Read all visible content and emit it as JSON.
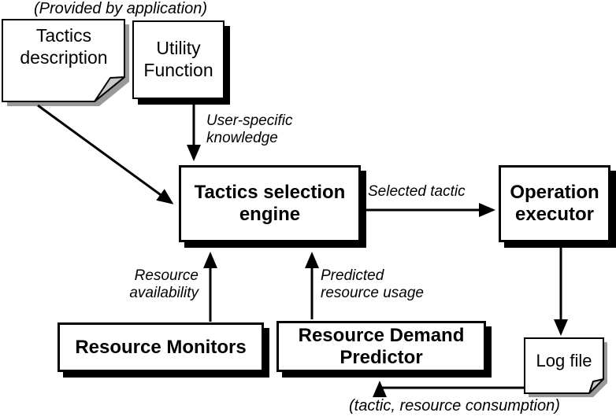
{
  "diagram": {
    "nodes": {
      "tactics_description": "Tactics\ndescription",
      "utility_function": "Utility\nFunction",
      "tactics_selection_engine": "Tactics selection\nengine",
      "operation_executor": "Operation\nexecutor",
      "resource_monitors": "Resource Monitors",
      "resource_demand_predictor": "Resource Demand\nPredictor",
      "log_file": "Log file"
    },
    "labels": {
      "provided_by_application": "(Provided by application)",
      "user_specific_knowledge": "User-specific\nknowledge",
      "selected_tactic": "Selected tactic",
      "resource_availability": "Resource\navailability",
      "predicted_resource_usage": "Predicted\nresource usage",
      "tactic_resource_consumption": "(tactic, resource consumption)"
    },
    "edges": [
      {
        "from": "tactics_description",
        "to": "tactics_selection_engine",
        "label": ""
      },
      {
        "from": "utility_function",
        "to": "tactics_selection_engine",
        "label": "User-specific knowledge"
      },
      {
        "from": "tactics_selection_engine",
        "to": "operation_executor",
        "label": "Selected tactic"
      },
      {
        "from": "resource_monitors",
        "to": "tactics_selection_engine",
        "label": "Resource availability"
      },
      {
        "from": "resource_demand_predictor",
        "to": "tactics_selection_engine",
        "label": "Predicted resource usage"
      },
      {
        "from": "operation_executor",
        "to": "log_file",
        "label": ""
      },
      {
        "from": "log_file",
        "to": "resource_demand_predictor",
        "label": "(tactic, resource consumption)"
      }
    ],
    "colors": {
      "line": "#000000",
      "node_fill": "#ffffff",
      "box_shadow": "#000000",
      "note_shadow": "#999999",
      "note_fold": "#c9c9c9",
      "background": "#ffffff"
    }
  }
}
